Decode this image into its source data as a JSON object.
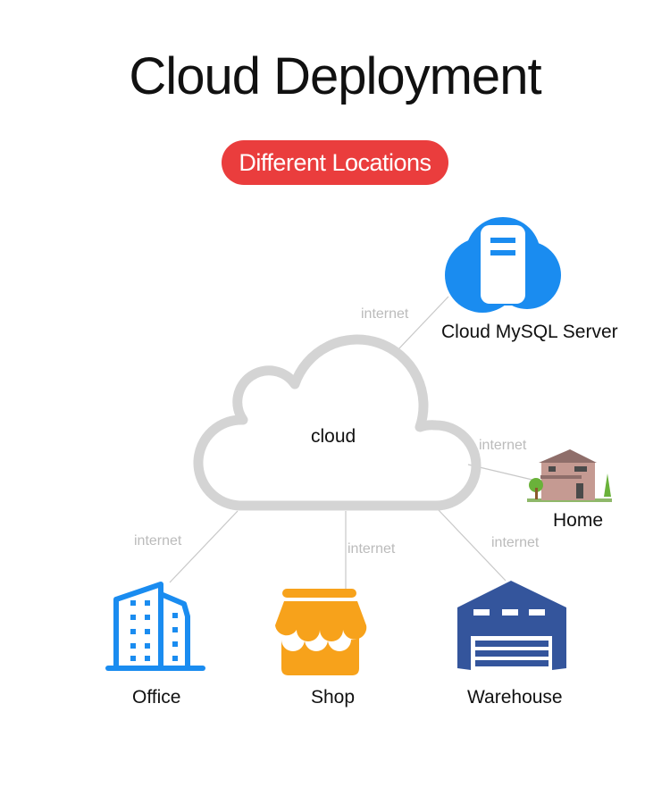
{
  "title": "Cloud Deployment",
  "badge": "Different Locations",
  "center_label": "cloud",
  "connection_label": "internet",
  "nodes": {
    "server": "Cloud MySQL Server",
    "home": "Home",
    "office": "Office",
    "shop": "Shop",
    "warehouse": "Warehouse"
  },
  "colors": {
    "badge": "#ea3d3d",
    "blue": "#1a8cf0",
    "orange": "#f7a21b",
    "navy": "#34559c",
    "cloud_outline": "#d4d4d4"
  }
}
